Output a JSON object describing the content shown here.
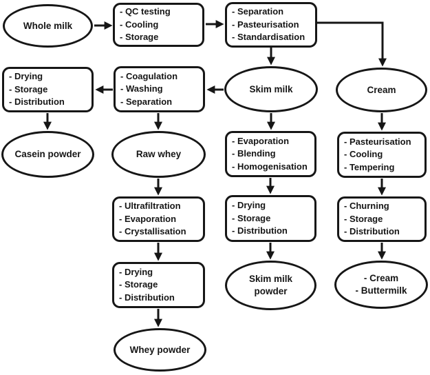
{
  "diagram": {
    "description": "Dairy processing flowchart",
    "colors": {
      "stroke": "#161616",
      "fill": "#ffffff",
      "text": "#161616",
      "background": "#ffffff"
    },
    "nodes": {
      "whole_milk": {
        "type": "ellipse",
        "label": "Whole milk"
      },
      "qc_cooling_storage": {
        "type": "process",
        "label": "- QC testing\n- Cooling\n- Storage"
      },
      "separation_pasteurisation_standardisation": {
        "type": "process",
        "label": "- Separation\n- Pasteurisation\n- Standardisation"
      },
      "drying_storage_distribution_casein": {
        "type": "process",
        "label": "- Drying\n- Storage\n- Distribution"
      },
      "coagulation_washing_separation": {
        "type": "process",
        "label": "- Coagulation\n- Washing\n- Separation"
      },
      "skim_milk": {
        "type": "ellipse",
        "label": "Skim milk"
      },
      "cream": {
        "type": "ellipse",
        "label": "Cream"
      },
      "casein_powder": {
        "type": "ellipse",
        "label": "Casein powder"
      },
      "raw_whey": {
        "type": "ellipse",
        "label": "Raw whey"
      },
      "evaporation_blending_homogenisation": {
        "type": "process",
        "label": "- Evaporation\n- Blending\n- Homogenisation"
      },
      "pasteurisation_cooling_tempering": {
        "type": "process",
        "label": "- Pasteurisation\n- Cooling\n- Tempering"
      },
      "ultrafiltration_evaporation_crystallisation": {
        "type": "process",
        "label": "- Ultrafiltration\n- Evaporation\n- Crystallisation"
      },
      "drying_storage_distribution_skim": {
        "type": "process",
        "label": "- Drying\n- Storage\n- Distribution"
      },
      "churning_storage_distribution": {
        "type": "process",
        "label": "- Churning\n- Storage\n- Distribution"
      },
      "drying_storage_distribution_whey": {
        "type": "process",
        "label": "- Drying\n- Storage\n- Distribution"
      },
      "skim_milk_powder": {
        "type": "ellipse",
        "label": "Skim milk\npowder"
      },
      "cream_buttermilk": {
        "type": "ellipse",
        "label": "- Cream\n- Buttermilk"
      },
      "whey_powder": {
        "type": "ellipse",
        "label": "Whey powder"
      }
    },
    "edges": [
      {
        "from": "whole_milk",
        "to": "qc_cooling_storage"
      },
      {
        "from": "qc_cooling_storage",
        "to": "separation_pasteurisation_standardisation"
      },
      {
        "from": "separation_pasteurisation_standardisation",
        "to": "skim_milk"
      },
      {
        "from": "separation_pasteurisation_standardisation",
        "to": "cream"
      },
      {
        "from": "skim_milk",
        "to": "coagulation_washing_separation"
      },
      {
        "from": "coagulation_washing_separation",
        "to": "drying_storage_distribution_casein"
      },
      {
        "from": "drying_storage_distribution_casein",
        "to": "casein_powder"
      },
      {
        "from": "coagulation_washing_separation",
        "to": "raw_whey"
      },
      {
        "from": "raw_whey",
        "to": "ultrafiltration_evaporation_crystallisation"
      },
      {
        "from": "ultrafiltration_evaporation_crystallisation",
        "to": "drying_storage_distribution_whey"
      },
      {
        "from": "drying_storage_distribution_whey",
        "to": "whey_powder"
      },
      {
        "from": "skim_milk",
        "to": "evaporation_blending_homogenisation"
      },
      {
        "from": "evaporation_blending_homogenisation",
        "to": "drying_storage_distribution_skim"
      },
      {
        "from": "drying_storage_distribution_skim",
        "to": "skim_milk_powder"
      },
      {
        "from": "cream",
        "to": "pasteurisation_cooling_tempering"
      },
      {
        "from": "pasteurisation_cooling_tempering",
        "to": "churning_storage_distribution"
      },
      {
        "from": "churning_storage_distribution",
        "to": "cream_buttermilk"
      }
    ]
  }
}
